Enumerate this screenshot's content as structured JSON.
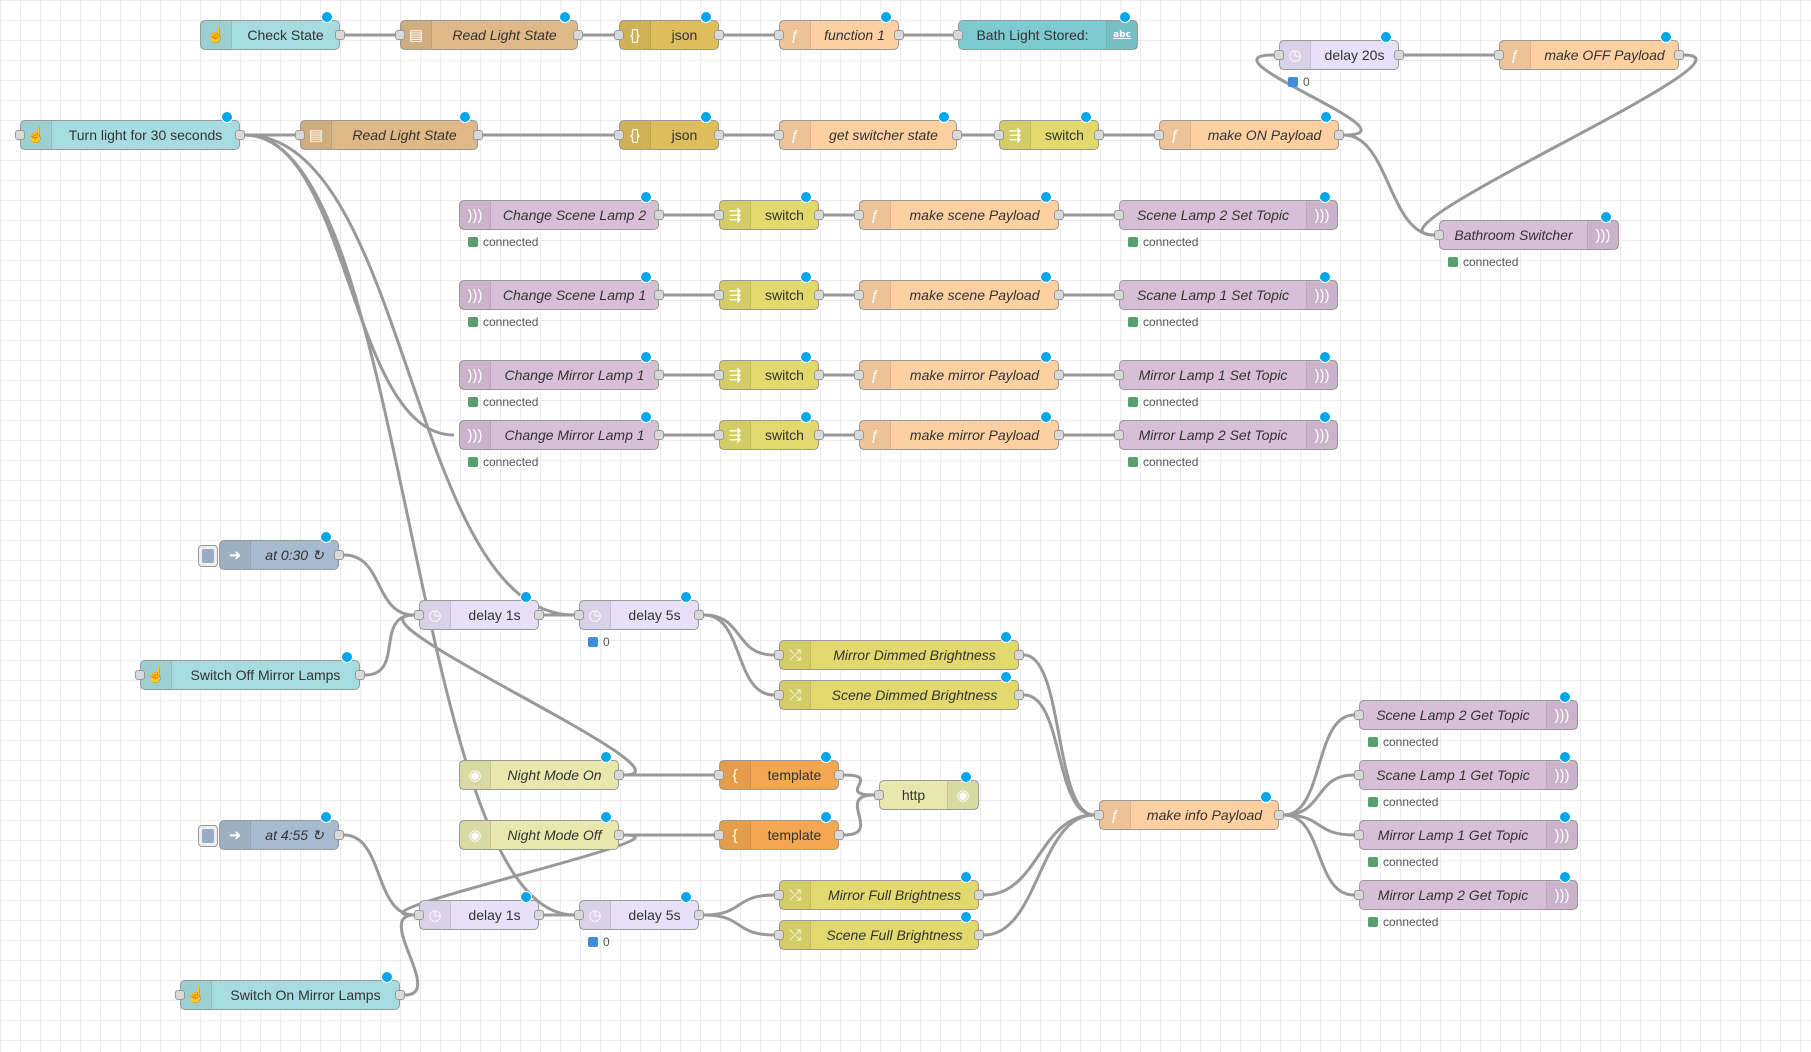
{
  "colors": {
    "inject": "#a6dce0",
    "file": "#deb887",
    "json": "#debd5c",
    "function": "#fdd0a2",
    "debug": "#87a980",
    "debug_cyan": "#7dcad1",
    "delay": "#e6e0f8",
    "switch": "#e2d96e",
    "mqtt": "#d8bfd8",
    "change": "#e2d96e",
    "template": "#f2a750",
    "http": "#e7e7ae",
    "websocket": "#e7e7ae",
    "timer": "#a6bbcf",
    "changed_dot": "#00a6ea",
    "status_green": "#5a9e6f",
    "status_blue": "#3f8ed8",
    "wire": "#999999"
  },
  "flow": {
    "nodes": [
      {
        "id": "n_check_state",
        "label": "Check State",
        "italic": false,
        "type": "inject",
        "icon": "hand-pointer-icon",
        "in": false,
        "out": true,
        "button": false
      },
      {
        "id": "n_read1",
        "label": "Read Light State",
        "italic": true,
        "type": "file",
        "icon": "file-icon",
        "in": true,
        "out": true
      },
      {
        "id": "n_json1",
        "label": "json",
        "italic": false,
        "type": "json",
        "icon": "braces-icon",
        "in": true,
        "out": true
      },
      {
        "id": "n_func1",
        "label": "function 1",
        "italic": true,
        "type": "function",
        "icon": "function-icon",
        "in": true,
        "out": true
      },
      {
        "id": "n_bath_debug",
        "label": "Bath Light Stored:",
        "italic": false,
        "type": "debug_cyan",
        "icon": "abc-icon",
        "icon_right": true,
        "in": true,
        "out": false
      },
      {
        "id": "n_delay20",
        "label": "delay 20s",
        "italic": false,
        "type": "delay",
        "icon": "clock-icon",
        "in": true,
        "out": true,
        "badge": "0"
      },
      {
        "id": "n_make_off",
        "label": "make OFF Payload",
        "italic": true,
        "type": "function",
        "icon": "function-icon",
        "in": true,
        "out": true
      },
      {
        "id": "n_turn30",
        "label": "Turn light for 30 seconds",
        "italic": false,
        "type": "inject",
        "icon": "hand-pointer-icon",
        "in": true,
        "out": true
      },
      {
        "id": "n_read2",
        "label": "Read Light State",
        "italic": true,
        "type": "file",
        "icon": "file-icon",
        "in": true,
        "out": true
      },
      {
        "id": "n_json2",
        "label": "json",
        "italic": false,
        "type": "json",
        "icon": "braces-icon",
        "in": true,
        "out": true
      },
      {
        "id": "n_getsw",
        "label": "get switcher state",
        "italic": true,
        "type": "function",
        "icon": "function-icon",
        "in": true,
        "out": true
      },
      {
        "id": "n_sw0",
        "label": "switch",
        "italic": false,
        "type": "switch",
        "icon": "switch-icon",
        "in": true,
        "out": true
      },
      {
        "id": "n_make_on",
        "label": "make ON Payload",
        "italic": true,
        "type": "function",
        "icon": "function-icon",
        "in": true,
        "out": true
      },
      {
        "id": "n_bath_sw",
        "label": "Bathroom Switcher",
        "italic": true,
        "type": "mqtt",
        "icon": "wave-icon",
        "icon_right": true,
        "in": true,
        "out": false,
        "status": "connected"
      },
      {
        "id": "n_cs2",
        "label": "Change Scene Lamp 2",
        "italic": true,
        "type": "mqtt",
        "icon": "wave-icon",
        "in": false,
        "out": true,
        "status": "connected"
      },
      {
        "id": "n_sw1",
        "label": "switch",
        "italic": false,
        "type": "switch",
        "icon": "switch-icon",
        "in": true,
        "out": true
      },
      {
        "id": "n_msp1",
        "label": "make scene Payload",
        "italic": true,
        "type": "function",
        "icon": "function-icon",
        "in": true,
        "out": true
      },
      {
        "id": "n_sl2set",
        "label": "Scene Lamp 2 Set Topic",
        "italic": true,
        "type": "mqtt",
        "icon": "wave-icon",
        "icon_right": true,
        "in": true,
        "out": false,
        "status": "connected"
      },
      {
        "id": "n_cs1",
        "label": "Change Scene Lamp 1",
        "italic": true,
        "type": "mqtt",
        "icon": "wave-icon",
        "in": false,
        "out": true,
        "status": "connected"
      },
      {
        "id": "n_sw2",
        "label": "switch",
        "italic": false,
        "type": "switch",
        "icon": "switch-icon",
        "in": true,
        "out": true
      },
      {
        "id": "n_msp2",
        "label": "make scene Payload",
        "italic": true,
        "type": "function",
        "icon": "function-icon",
        "in": true,
        "out": true
      },
      {
        "id": "n_sl1set",
        "label": "Scane Lamp 1 Set Topic",
        "italic": true,
        "type": "mqtt",
        "icon": "wave-icon",
        "icon_right": true,
        "in": true,
        "out": false,
        "status": "connected"
      },
      {
        "id": "n_cm1a",
        "label": "Change Mirror Lamp 1",
        "italic": true,
        "type": "mqtt",
        "icon": "wave-icon",
        "in": false,
        "out": true,
        "status": "connected"
      },
      {
        "id": "n_sw3",
        "label": "switch",
        "italic": false,
        "type": "switch",
        "icon": "switch-icon",
        "in": true,
        "out": true
      },
      {
        "id": "n_mmp1",
        "label": "make mirror Payload",
        "italic": true,
        "type": "function",
        "icon": "function-icon",
        "in": true,
        "out": true
      },
      {
        "id": "n_ml1set",
        "label": "Mirror Lamp 1 Set Topic",
        "italic": true,
        "type": "mqtt",
        "icon": "wave-icon",
        "icon_right": true,
        "in": true,
        "out": false,
        "status": "connected"
      },
      {
        "id": "n_cm1b",
        "label": "Change Mirror Lamp 1",
        "italic": true,
        "type": "mqtt",
        "icon": "wave-icon",
        "in": false,
        "out": true,
        "status": "connected"
      },
      {
        "id": "n_sw4",
        "label": "switch",
        "italic": false,
        "type": "switch",
        "icon": "switch-icon",
        "in": true,
        "out": true
      },
      {
        "id": "n_mmp2",
        "label": "make mirror Payload",
        "italic": true,
        "type": "function",
        "icon": "function-icon",
        "in": true,
        "out": true
      },
      {
        "id": "n_ml2set",
        "label": "Mirror Lamp 2 Set Topic",
        "italic": true,
        "type": "mqtt",
        "icon": "wave-icon",
        "icon_right": true,
        "in": true,
        "out": false,
        "status": "connected"
      },
      {
        "id": "n_at030",
        "label": "at 0:30 ↻",
        "italic": true,
        "type": "timer",
        "icon": "arrow-right-icon",
        "in": false,
        "out": true,
        "button": true
      },
      {
        "id": "n_delay1a",
        "label": "delay 1s",
        "italic": false,
        "type": "delay",
        "icon": "clock-icon",
        "in": true,
        "out": true
      },
      {
        "id": "n_delay5a",
        "label": "delay 5s",
        "italic": false,
        "type": "delay",
        "icon": "clock-icon",
        "in": true,
        "out": true,
        "badge": "0"
      },
      {
        "id": "n_mirror_dim",
        "label": "Mirror Dimmed Brightness",
        "italic": true,
        "type": "change",
        "icon": "shuffle-icon",
        "in": true,
        "out": true
      },
      {
        "id": "n_scene_dim",
        "label": "Scene Dimmed Brightness",
        "italic": true,
        "type": "change",
        "icon": "shuffle-icon",
        "in": true,
        "out": true
      },
      {
        "id": "n_switch_off",
        "label": "Switch Off Mirror Lamps",
        "italic": false,
        "type": "inject",
        "icon": "hand-pointer-icon",
        "in": true,
        "out": true
      },
      {
        "id": "n_night_on",
        "label": "Night Mode On",
        "italic": true,
        "type": "websocket",
        "icon": "globe-icon",
        "in": false,
        "out": true
      },
      {
        "id": "n_tpl1",
        "label": "template",
        "italic": false,
        "type": "template",
        "icon": "curly-icon",
        "in": true,
        "out": true
      },
      {
        "id": "n_http",
        "label": "http",
        "italic": false,
        "type": "http",
        "icon": "globe-icon",
        "icon_right": true,
        "in": true,
        "out": false
      },
      {
        "id": "n_night_off",
        "label": "Night Mode Off",
        "italic": true,
        "type": "websocket",
        "icon": "globe-icon",
        "in": false,
        "out": true
      },
      {
        "id": "n_tpl2",
        "label": "template",
        "italic": false,
        "type": "template",
        "icon": "curly-icon",
        "in": true,
        "out": true
      },
      {
        "id": "n_make_info",
        "label": "make info Payload",
        "italic": true,
        "type": "function",
        "icon": "function-icon",
        "in": true,
        "out": true
      },
      {
        "id": "n_sl2get",
        "label": "Scene Lamp 2 Get Topic",
        "italic": true,
        "type": "mqtt",
        "icon": "wave-icon",
        "icon_right": true,
        "in": true,
        "out": false,
        "status": "connected"
      },
      {
        "id": "n_sl1get",
        "label": "Scane Lamp 1 Get Topic",
        "italic": true,
        "type": "mqtt",
        "icon": "wave-icon",
        "icon_right": true,
        "in": true,
        "out": false,
        "status": "connected"
      },
      {
        "id": "n_ml1get",
        "label": "Mirror Lamp 1 Get Topic",
        "italic": true,
        "type": "mqtt",
        "icon": "wave-icon",
        "icon_right": true,
        "in": true,
        "out": false,
        "status": "connected"
      },
      {
        "id": "n_ml2get",
        "label": "Mirror Lamp 2 Get Topic",
        "italic": true,
        "type": "mqtt",
        "icon": "wave-icon",
        "icon_right": true,
        "in": true,
        "out": false,
        "status": "connected"
      },
      {
        "id": "n_at455",
        "label": "at 4:55 ↻",
        "italic": true,
        "type": "timer",
        "icon": "arrow-right-icon",
        "in": false,
        "out": true,
        "button": true
      },
      {
        "id": "n_delay1b",
        "label": "delay 1s",
        "italic": false,
        "type": "delay",
        "icon": "clock-icon",
        "in": true,
        "out": true
      },
      {
        "id": "n_delay5b",
        "label": "delay 5s",
        "italic": false,
        "type": "delay",
        "icon": "clock-icon",
        "in": true,
        "out": true,
        "badge": "0"
      },
      {
        "id": "n_mirror_full",
        "label": "Mirror Full Brightness",
        "italic": true,
        "type": "change",
        "icon": "shuffle-icon",
        "in": true,
        "out": true
      },
      {
        "id": "n_scene_full",
        "label": "Scene Full Brightness",
        "italic": true,
        "type": "change",
        "icon": "shuffle-icon",
        "in": true,
        "out": true
      },
      {
        "id": "n_switch_on",
        "label": "Switch On Mirror Lamps",
        "italic": false,
        "type": "inject",
        "icon": "hand-pointer-icon",
        "in": true,
        "out": true
      }
    ],
    "wires": [
      [
        "n_check_state",
        "n_read1"
      ],
      [
        "n_read1",
        "n_json1"
      ],
      [
        "n_json1",
        "n_func1"
      ],
      [
        "n_func1",
        "n_bath_debug"
      ],
      [
        "n_delay20",
        "n_make_off"
      ],
      [
        "n_make_off",
        "n_bath_sw"
      ],
      [
        "n_turn30",
        "n_read2"
      ],
      [
        "n_read2",
        "n_json2"
      ],
      [
        "n_json2",
        "n_getsw"
      ],
      [
        "n_getsw",
        "n_sw0"
      ],
      [
        "n_sw0",
        "n_make_on"
      ],
      [
        "n_make_on",
        "n_bath_sw"
      ],
      [
        "n_make_on",
        "n_delay20"
      ],
      [
        "n_cs2",
        "n_sw1"
      ],
      [
        "n_sw1",
        "n_msp1"
      ],
      [
        "n_msp1",
        "n_sl2set"
      ],
      [
        "n_cs1",
        "n_sw2"
      ],
      [
        "n_sw2",
        "n_msp2"
      ],
      [
        "n_msp2",
        "n_sl1set"
      ],
      [
        "n_cm1a",
        "n_sw3"
      ],
      [
        "n_sw3",
        "n_mmp1"
      ],
      [
        "n_mmp1",
        "n_ml1set"
      ],
      [
        "n_cm1b",
        "n_sw4"
      ],
      [
        "n_sw4",
        "n_mmp2"
      ],
      [
        "n_mmp2",
        "n_ml2set"
      ],
      [
        "n_turn30",
        "n_cm1b"
      ],
      [
        "n_turn30",
        "n_delay5a"
      ],
      [
        "n_turn30",
        "n_delay5b"
      ],
      [
        "n_at030",
        "n_delay1a"
      ],
      [
        "n_switch_off",
        "n_delay1a"
      ],
      [
        "n_delay1a",
        "n_delay5a"
      ],
      [
        "n_delay5a",
        "n_mirror_dim"
      ],
      [
        "n_delay5a",
        "n_scene_dim"
      ],
      [
        "n_mirror_dim",
        "n_make_info"
      ],
      [
        "n_scene_dim",
        "n_make_info"
      ],
      [
        "n_night_on",
        "n_delay1a"
      ],
      [
        "n_night_on",
        "n_tpl1"
      ],
      [
        "n_night_off",
        "n_tpl2"
      ],
      [
        "n_tpl1",
        "n_http"
      ],
      [
        "n_tpl2",
        "n_http"
      ],
      [
        "n_night_off",
        "n_delay1b"
      ],
      [
        "n_at455",
        "n_delay1b"
      ],
      [
        "n_switch_on",
        "n_delay1b"
      ],
      [
        "n_delay1b",
        "n_delay5b"
      ],
      [
        "n_delay5b",
        "n_mirror_full"
      ],
      [
        "n_delay5b",
        "n_scene_full"
      ],
      [
        "n_mirror_full",
        "n_make_info"
      ],
      [
        "n_scene_full",
        "n_make_info"
      ],
      [
        "n_make_info",
        "n_sl2get"
      ],
      [
        "n_make_info",
        "n_sl1get"
      ],
      [
        "n_make_info",
        "n_ml1get"
      ],
      [
        "n_make_info",
        "n_ml2get"
      ]
    ]
  }
}
